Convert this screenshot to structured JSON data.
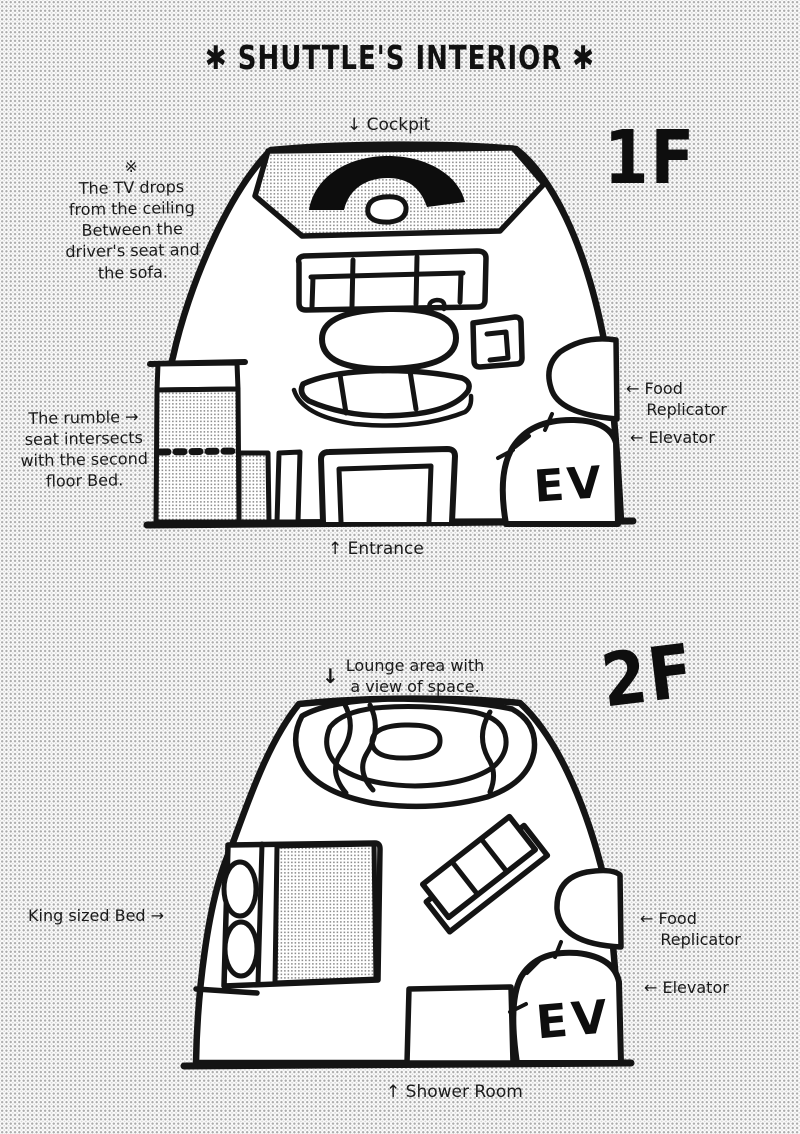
{
  "title": "✱ SHUTTLE'S INTERIOR ✱",
  "floor1": {
    "label": "1F",
    "cockpit_label": "↓ Cockpit",
    "tv_note": "※\nThe TV drops\nfrom the ceiling\nBetween the\ndriver's seat and\nthe sofa.",
    "rumble_note": "The rumble →\nseat intersects\nwith the second\nfloor Bed.",
    "food_replicator_note": "← Food\n    Replicator",
    "elevator_note": "← Elevator",
    "entrance_label": "↑ Entrance",
    "elevator_text": "EV"
  },
  "floor2": {
    "label": "2F",
    "lounge_arrow": "↓",
    "lounge_label": "Lounge area with\na view of space.",
    "bed_note": "King sized Bed →",
    "food_replicator_note": "← Food\n    Replicator",
    "elevator_note": "← Elevator",
    "shower_label": "↑ Shower Room",
    "elevator_text": "EV"
  }
}
